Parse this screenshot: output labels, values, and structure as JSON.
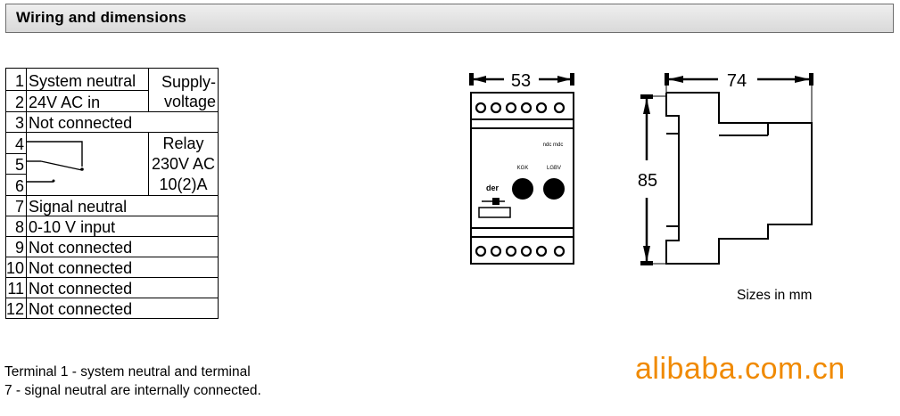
{
  "header": {
    "title": "Wiring and dimensions"
  },
  "terminals": [
    {
      "num": "1",
      "label": "System neutral"
    },
    {
      "num": "2",
      "label": "24V AC in"
    },
    {
      "num": "3",
      "label": "Not connected"
    },
    {
      "num": "4",
      "label": ""
    },
    {
      "num": "5",
      "label": ""
    },
    {
      "num": "6",
      "label": ""
    },
    {
      "num": "7",
      "label": "Signal neutral"
    },
    {
      "num": "8",
      "label": "0-10 V input"
    },
    {
      "num": "9",
      "label": "Not connected"
    },
    {
      "num": "10",
      "label": "Not connected"
    },
    {
      "num": "11",
      "label": "Not connected"
    },
    {
      "num": "12",
      "label": "Not connected"
    }
  ],
  "supply": {
    "line1": "Supply-",
    "line2": "voltage"
  },
  "relay": {
    "line1": "Relay",
    "line2": "230V AC",
    "line3": "10(2)A"
  },
  "dimensions": {
    "width_front": "53",
    "width_side": "74",
    "height": "85",
    "units_note": "Sizes in mm"
  },
  "device_labels": {
    "left_knob": "KGK",
    "right_knob": "LGBV",
    "top": "ndc mdc",
    "mark": "der"
  },
  "note": {
    "line1": "Terminal 1 - system neutral and terminal",
    "line2": "7 - signal neutral are internally connected."
  },
  "watermark": "alibaba.com.cn"
}
